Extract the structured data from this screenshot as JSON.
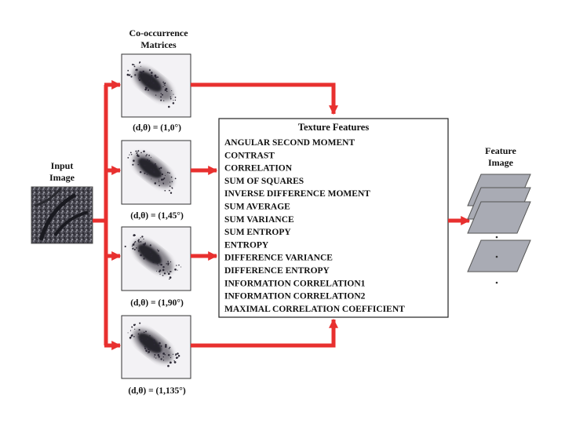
{
  "labels": {
    "matrices_title_line1": "Co-occurrence",
    "matrices_title_line2": "Matrices",
    "input_line1": "Input",
    "input_line2": "Image",
    "feature_line1": "Feature",
    "feature_line2": "Image"
  },
  "matrices": [
    {
      "caption": "(d,θ) = (1,0°)"
    },
    {
      "caption": "(d,θ) = (1,45°)"
    },
    {
      "caption": "(d,θ) = (1,90°)"
    },
    {
      "caption": "(d,θ) = (1,135°)"
    }
  ],
  "features": {
    "title": "Texture Features",
    "items": [
      "ANGULAR SECOND MOMENT",
      "CONTRAST",
      "CORRELATION",
      "SUM OF SQUARES",
      "INVERSE DIFFERENCE MOMENT",
      "SUM AVERAGE",
      "SUM VARIANCE",
      "SUM ENTROPY",
      "ENTROPY",
      "DIFFERENCE VARIANCE",
      "DIFFERENCE ENTROPY",
      "INFORMATION CORRELATION1",
      "INFORMATION CORRELATION2",
      "MAXIMAL CORRELATION COEFFICIENT"
    ]
  },
  "colors": {
    "arrow": "#e8302f",
    "plane": "#a9abb4",
    "scatter": "#2a2733"
  }
}
